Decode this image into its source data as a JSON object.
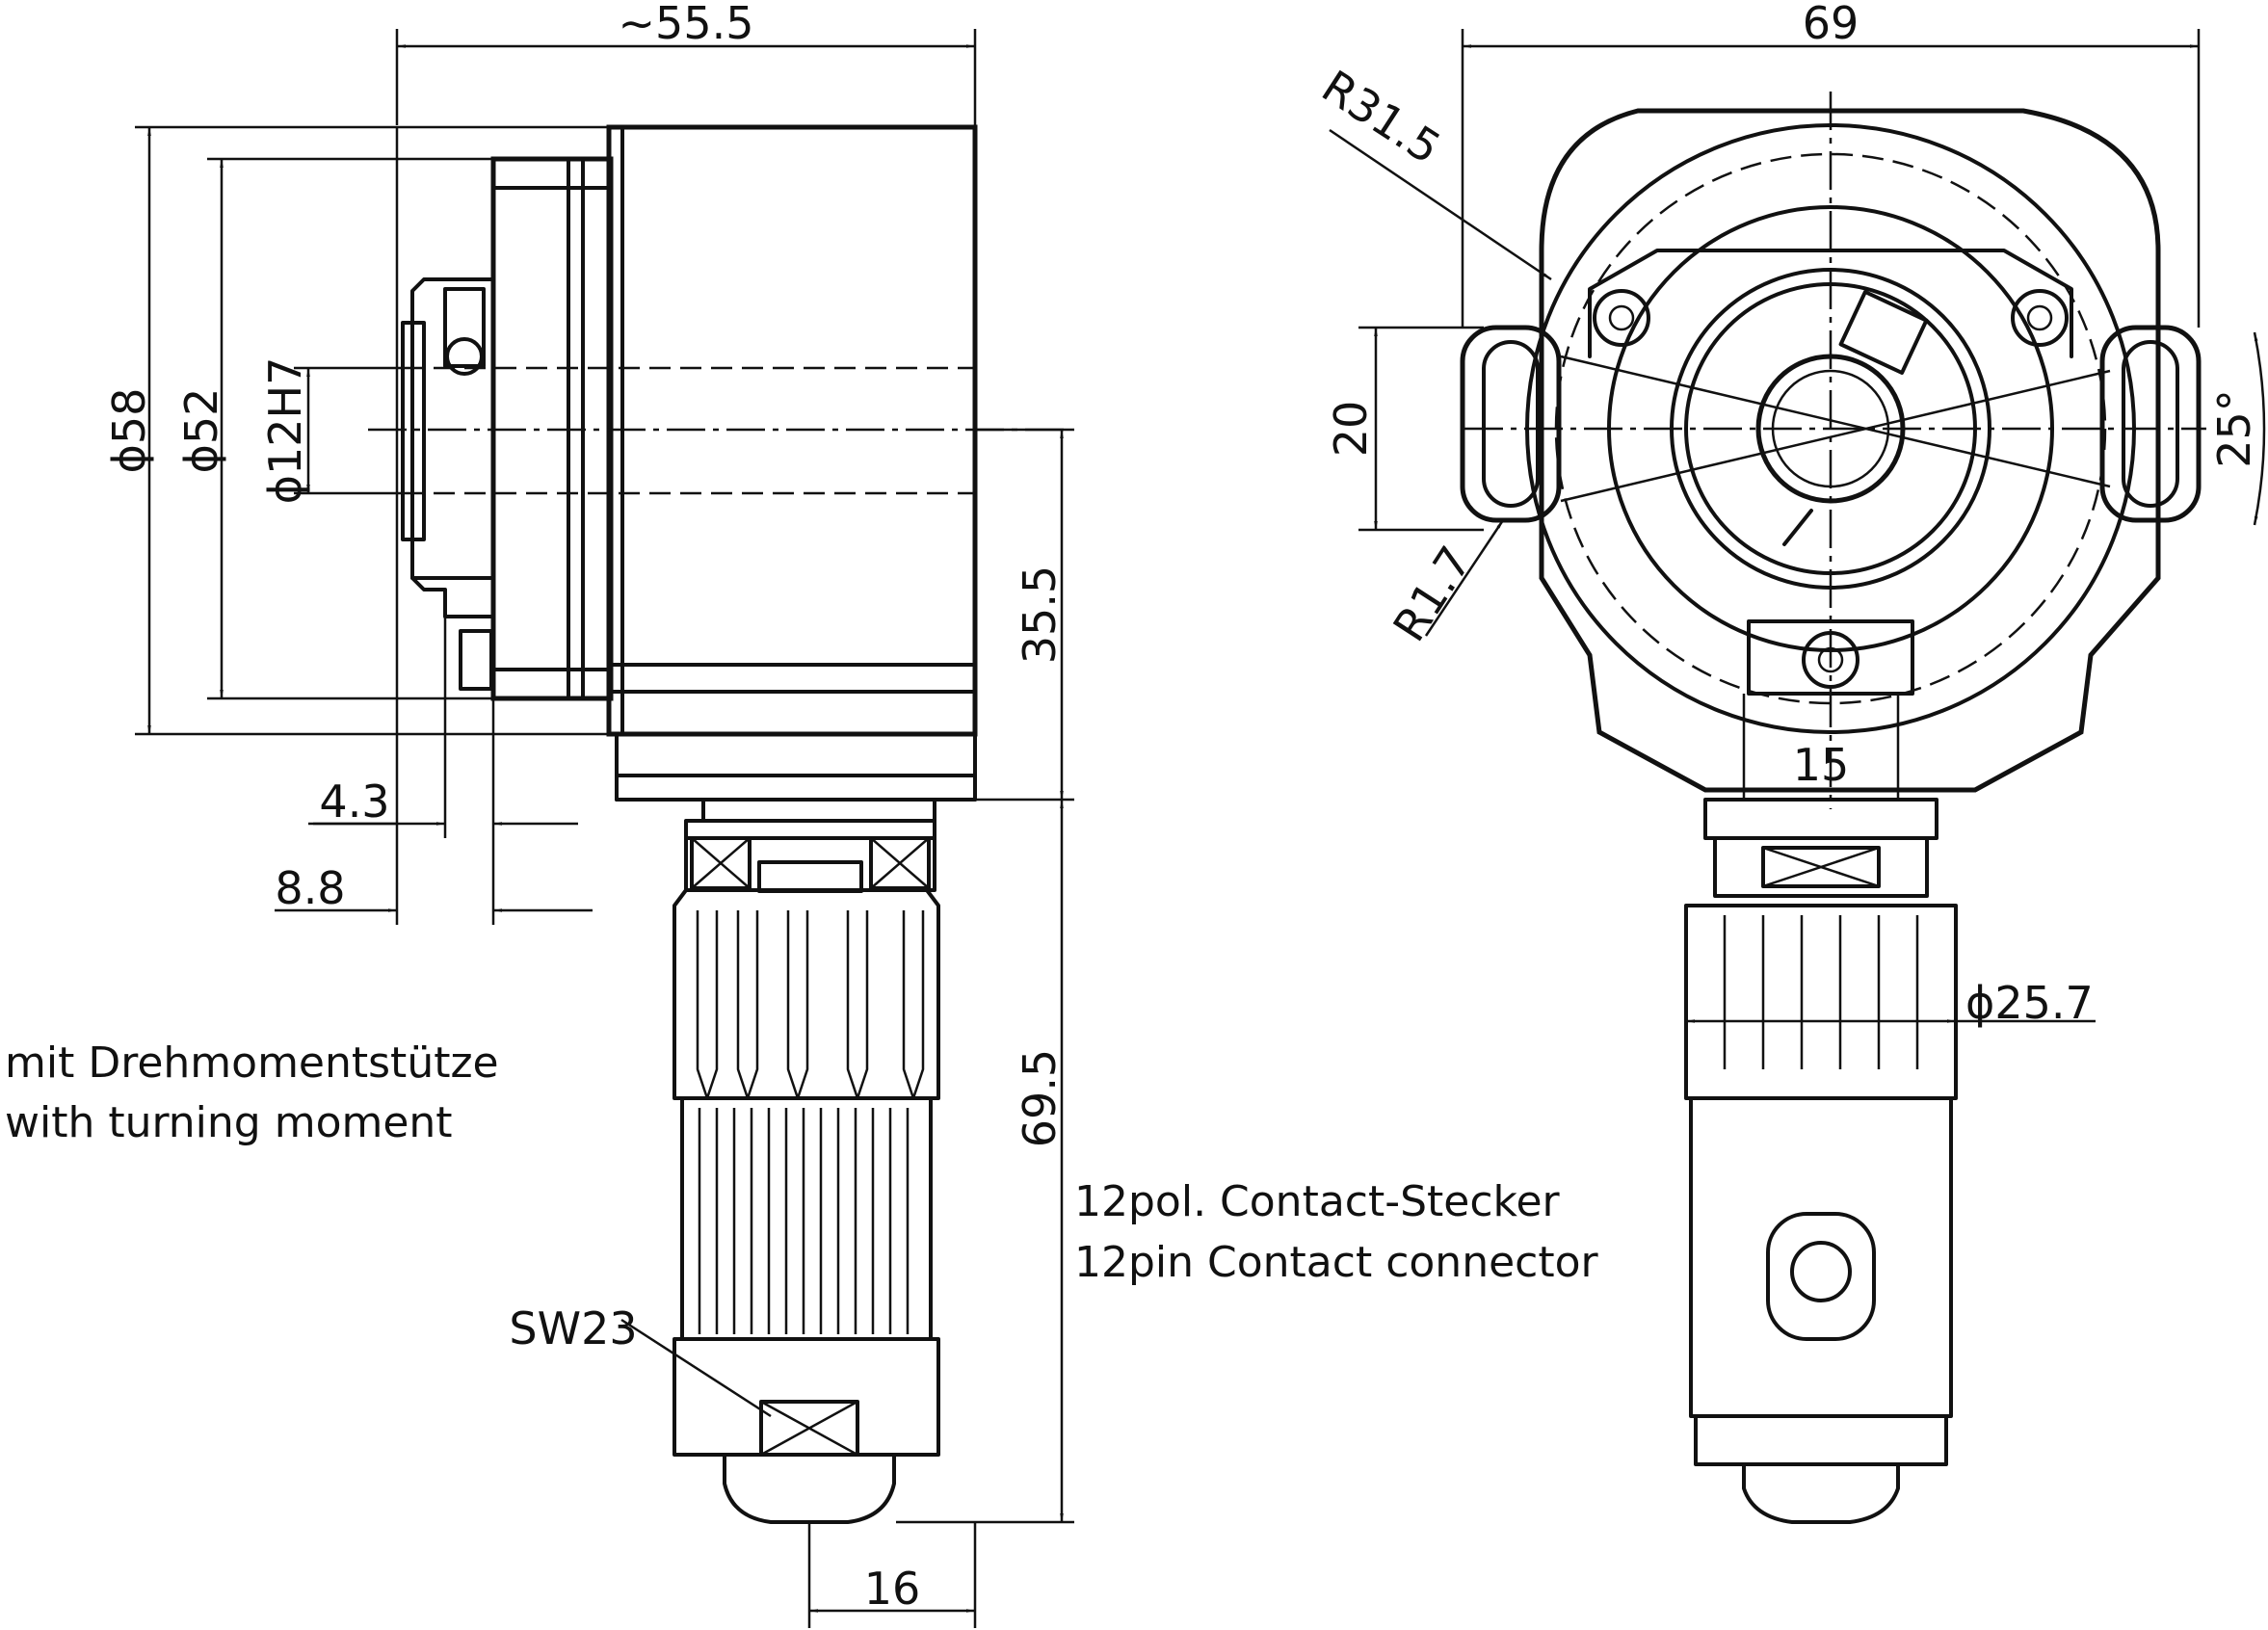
{
  "dimensions": {
    "width_55_5": "~55.5",
    "d58": "ϕ58",
    "d52": "ϕ52",
    "d12h7": "ϕ12H7",
    "h35_5": "35.5",
    "h69_5": "69.5",
    "d4_3": "4.3",
    "d8_8": "8.8",
    "w16": "16",
    "width_69": "69",
    "r31_5": "R31.5",
    "h20": "20",
    "r1_7": "R1.7",
    "a25": "25°",
    "w15": "15",
    "d25_7": "ϕ25.7",
    "sw23": "SW23"
  },
  "notes": {
    "torque_de": "mit Drehmomentstütze",
    "torque_en": "with turning moment",
    "connector_de": "12pol. Contact-Stecker",
    "connector_en": "12pin Contact connector"
  }
}
